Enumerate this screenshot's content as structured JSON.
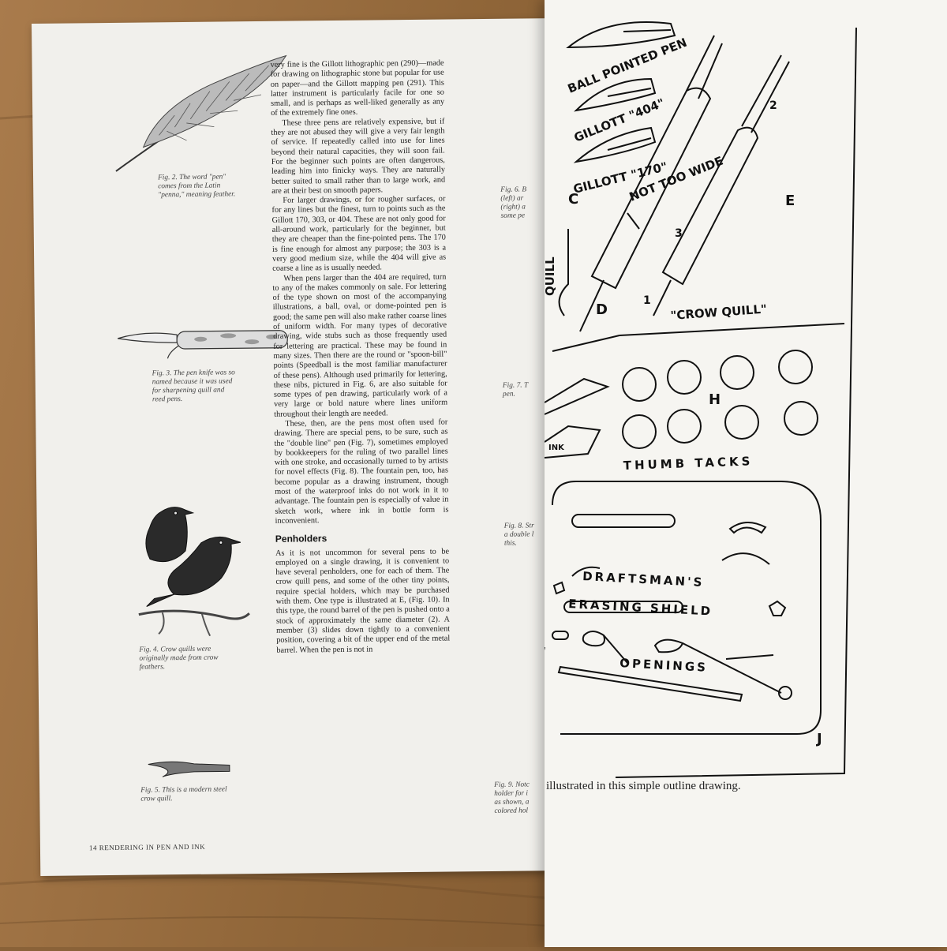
{
  "left_page": {
    "captions": {
      "fig2": "Fig. 2. The word \"pen\" comes from the Latin \"penna,\" meaning feather.",
      "fig3": "Fig. 3. The pen knife was so named because it was used for sharpening quill and reed pens.",
      "fig4": "Fig. 4. Crow quills were originally made from crow feathers.",
      "fig5": "Fig. 5. This is a modern steel crow quill."
    },
    "body": {
      "p1": "very fine is the Gillott lithographic pen (290)—made for drawing on lithographic stone but popular for use on paper—and the Gillott mapping pen (291). This latter instrument is particularly facile for one so small, and is perhaps as well-liked generally as any of the extremely fine ones.",
      "p2": "These three pens are relatively expensive, but if they are not abused they will give a very fair length of service. If repeatedly called into use for lines beyond their natural capacities, they will soon fail. For the beginner such points are often dangerous, leading him into finicky ways. They are naturally better suited to small rather than to large work, and are at their best on smooth papers.",
      "p3": "For larger drawings, or for rougher surfaces, or for any lines but the finest, turn to points such as the Gillott 170, 303, or 404. These are not only good for all-around work, particularly for the beginner, but they are cheaper than the fine-pointed pens. The 170 is fine enough for almost any purpose; the 303 is a very good medium size, while the 404 will give as coarse a line as is usually needed.",
      "p4": "When pens larger than the 404 are required, turn to any of the makes commonly on sale. For lettering of the type shown on most of the accompanying illustrations, a ball, oval, or dome-pointed pen is good; the same pen will also make rather coarse lines of uniform width. For many types of decorative drawing, wide stubs such as those frequently used for lettering are practical. These may be found in many sizes. Then there are the round or \"spoon-bill\" points (Speedball is the most familiar manufacturer of these pens). Although used primarily for lettering, these nibs, pictured in Fig. 6, are also suitable for some types of pen drawing, particularly work of a very large or bold nature where lines uniform throughout their length are needed.",
      "p5": "These, then, are the pens most often used for drawing. There are special pens, to be sure, such as the \"double line\" pen (Fig. 7), sometimes employed by bookkeepers for the ruling of two parallel lines with one stroke, and occasionally turned to by artists for novel effects (Fig. 8). The fountain pen, too, has become popular as a drawing instrument, though most of the waterproof inks do not work in it to advantage. The fountain pen is especially of value in sketch work, where ink in bottle form is inconvenient.",
      "heading": "Penholders",
      "p6": "As it is not uncommon for several pens to be employed on a single drawing, it is convenient to have several penholders, one for each of them. The crow quill pens, and some of the other tiny points, require special holders, which may be purchased with them. One type is illustrated at E, (Fig. 10). In this type, the round barrel of the pen is pushed onto a stock of approximately the same diameter (2). A member (3) slides down tightly to a convenient position, covering a bit of the upper end of the metal barrel. When the pen is not in"
    },
    "footer": "14   RENDERING IN PEN AND INK",
    "partial_captions": {
      "fig6": "Fig. 6. B\n(left) ar\n(right) a\nsome pe",
      "fig7": "Fig. 7. T\npen.",
      "fig8": "Fig. 8. Str\na double l\nthis.",
      "fig9": "Fig. 9. Notc\nholder for i\nas shown, a\ncolored hol"
    }
  },
  "right_page": {
    "labels": {
      "ball_pointed": "BALL POINTED PEN",
      "gillott404": "GILLOTT \"404\"",
      "gillott170": "GILLOTT \"170\"",
      "not_too_wide": "NOT TOO WIDE",
      "quill": "QUILL",
      "crow_quill": "\"CROW QUILL\"",
      "thumb_tacks": "THUMB TACKS",
      "draftsmans": "DRAFTSMAN'S",
      "erasing_shield": "ERASING SHIELD",
      "openings": "OPENINGS",
      "letter_c": "C",
      "letter_d": "D",
      "letter_e": "E",
      "letter_h": "H",
      "letter_j": "J",
      "ink": "INK",
      "n1": "1",
      "n2": "2",
      "n3": "3"
    },
    "caption_partial": "illustrated in this simple outline drawing."
  }
}
